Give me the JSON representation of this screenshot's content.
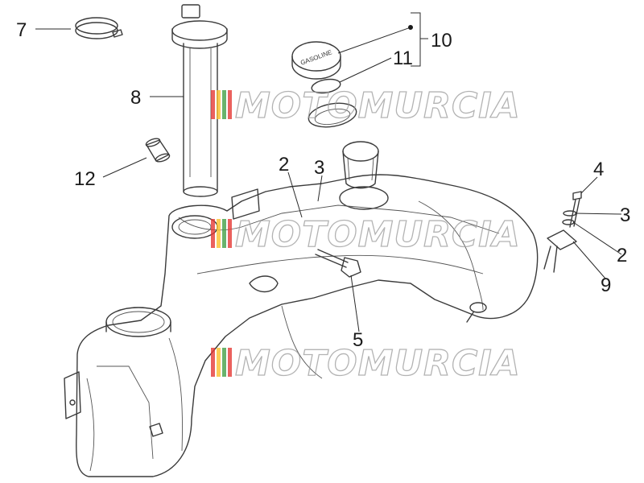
{
  "diagram": {
    "callouts": [
      {
        "id": "7",
        "text": "7"
      },
      {
        "id": "8",
        "text": "8"
      },
      {
        "id": "12",
        "text": "12"
      },
      {
        "id": "10",
        "text": "10"
      },
      {
        "id": "11",
        "text": "11"
      },
      {
        "id": "2a",
        "text": "2"
      },
      {
        "id": "3a",
        "text": "3"
      },
      {
        "id": "4",
        "text": "4"
      },
      {
        "id": "3b",
        "text": "3"
      },
      {
        "id": "2b",
        "text": "2"
      },
      {
        "id": "9",
        "text": "9"
      },
      {
        "id": "5",
        "text": "5"
      }
    ],
    "cap_text": "GASOLINE",
    "watermark": {
      "text": "MOTOMURCIA",
      "stripe_colors": [
        "#e53935",
        "#fbc02d",
        "#43a047",
        "#e53935"
      ]
    },
    "colors": {
      "line": "#3a3a3a",
      "watermark": "#9a9a9a"
    }
  }
}
